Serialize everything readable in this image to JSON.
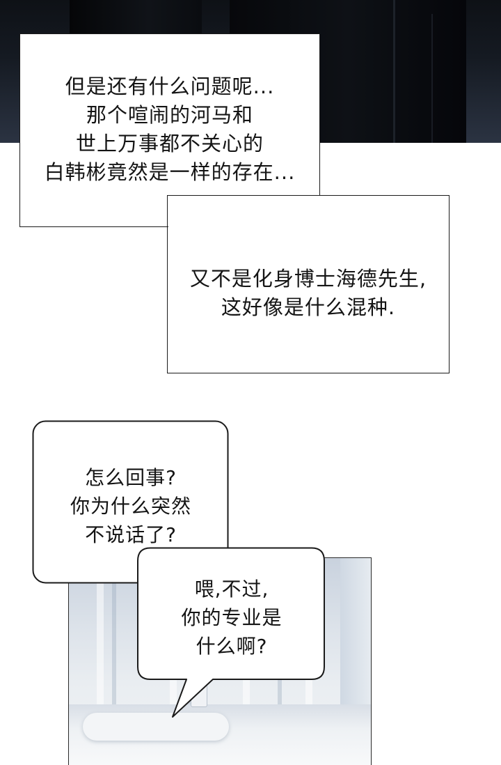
{
  "captions": [
    {
      "text": "但是还有什么问题呢...\n那个喧闹的河马和\n世上万事都不关心的\n白韩彬竟然是一样的存在..."
    },
    {
      "text": "又不是化身博士海德先生,\n这好像是什么混种."
    }
  ],
  "bubbles": [
    {
      "text": "怎么回事?\n你为什么突然\n不说话了?"
    },
    {
      "text": "喂,不过,\n你的专业是\n什么啊?"
    }
  ]
}
